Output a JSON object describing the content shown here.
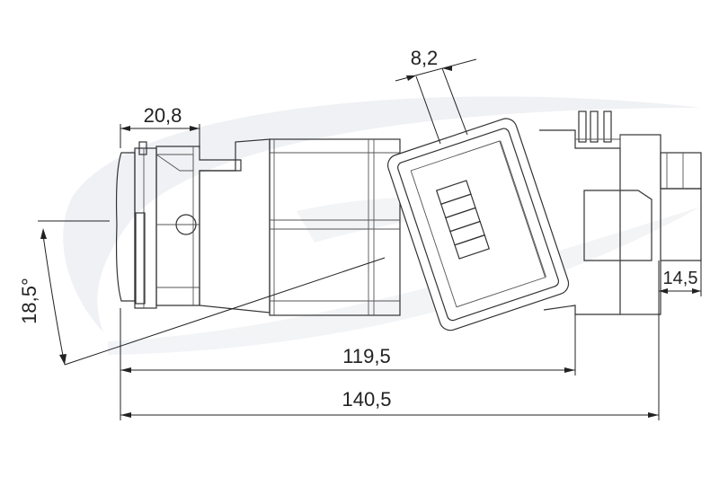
{
  "dimensions": {
    "angle": "18,5°",
    "width_pin": "20,8",
    "width_latch": "8,2",
    "length_body": "119,5",
    "length_total": "140,5",
    "height_tail": "14,5"
  },
  "colors": {
    "line": "#333333",
    "watermark": "#eef0f3"
  }
}
